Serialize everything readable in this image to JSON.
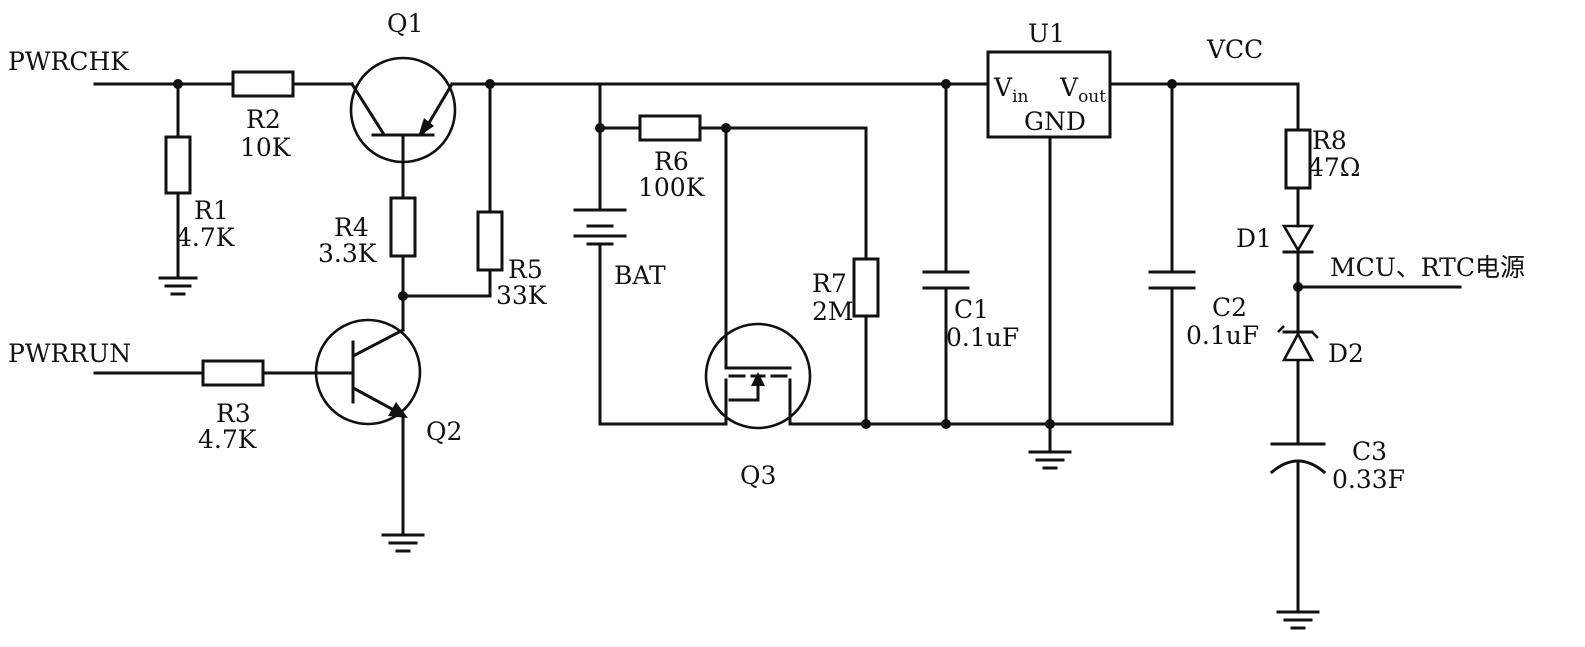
{
  "nets": {
    "pwrchk": "PWRCHK",
    "pwrrun": "PWRRUN",
    "vcc": "VCC",
    "mcu_rtc": "MCU、RTC电源",
    "bat": "BAT"
  },
  "components": {
    "q1": {
      "ref": "Q1"
    },
    "q2": {
      "ref": "Q2"
    },
    "q3": {
      "ref": "Q3"
    },
    "u1": {
      "ref": "U1",
      "vin_main": "V",
      "vin_sub": "in",
      "vout_main": "V",
      "vout_sub": "out",
      "gnd": "GND"
    },
    "r1": {
      "ref": "R1",
      "value": "4.7K"
    },
    "r2": {
      "ref": "R2",
      "value": "10K"
    },
    "r3": {
      "ref": "R3",
      "value": "4.7K"
    },
    "r4": {
      "ref": "R4",
      "value": "3.3K"
    },
    "r5": {
      "ref": "R5",
      "value": "33K"
    },
    "r6": {
      "ref": "R6",
      "value": "100K"
    },
    "r7": {
      "ref": "R7",
      "value": "2M"
    },
    "r8": {
      "ref": "R8",
      "value": "47Ω"
    },
    "c1": {
      "ref": "C1",
      "value": "0.1uF"
    },
    "c2": {
      "ref": "C2",
      "value": "0.1uF"
    },
    "c3": {
      "ref": "C3",
      "value": "0.33F"
    },
    "d1": {
      "ref": "D1"
    },
    "d2": {
      "ref": "D2"
    }
  }
}
